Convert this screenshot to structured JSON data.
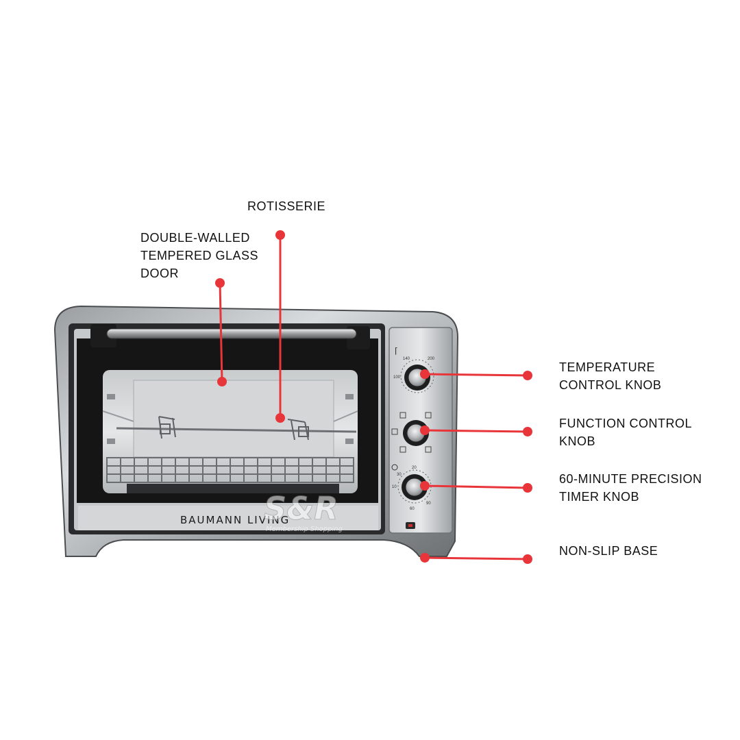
{
  "callouts": {
    "rotisserie": "ROTISSERIE",
    "door": "DOUBLE-WALLED\nTEMPERED GLASS\nDOOR",
    "temperature_knob": "TEMPERATURE\nCONTROL KNOB",
    "function_knob": "FUNCTION CONTROL\nKNOB",
    "timer_knob": "60-MINUTE PRECISION\nTIMER KNOB",
    "base": "NON-SLIP BASE"
  },
  "oven": {
    "brand": "BAUMANN LIVING",
    "temperature_dial": {
      "top_left": "140",
      "top_right": "200",
      "left": "100"
    },
    "timer_dial": {
      "top_left": "30",
      "top_right": "20",
      "left": "10",
      "right": "90",
      "bottom": "60"
    }
  },
  "watermark": {
    "logo": "S&R",
    "tagline": "Membership Shopping"
  },
  "colors": {
    "callout_red": "#e8353a",
    "steel": "#b9bdc0",
    "glass": "#1b1b1b"
  }
}
